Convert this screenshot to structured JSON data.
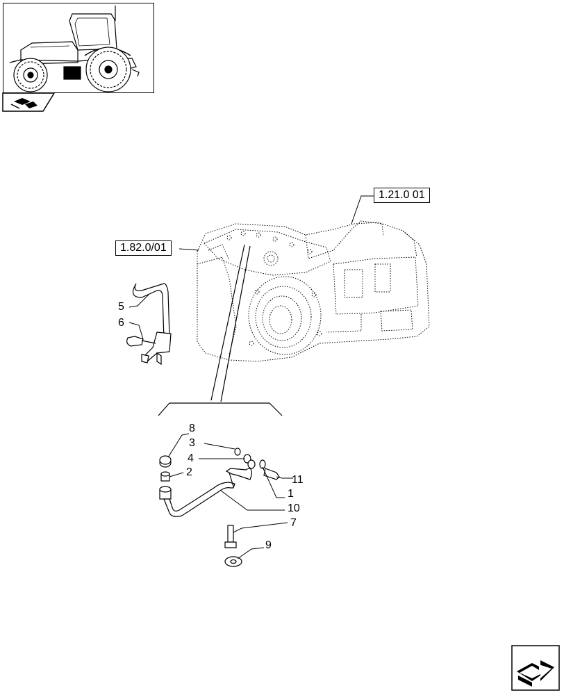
{
  "references": {
    "gearbox": "1.21.0 01",
    "lift": "1.82.0/01"
  },
  "callouts": {
    "c1": "1",
    "c2": "2",
    "c3": "3",
    "c4": "4",
    "c5": "5",
    "c6": "6",
    "c7": "7",
    "c8": "8",
    "c9": "9",
    "c10": "10",
    "c11": "11"
  },
  "icons": {
    "thumbnail": "tractor-icon",
    "section": "section-icon",
    "navigation": "next-arrow-icon"
  }
}
